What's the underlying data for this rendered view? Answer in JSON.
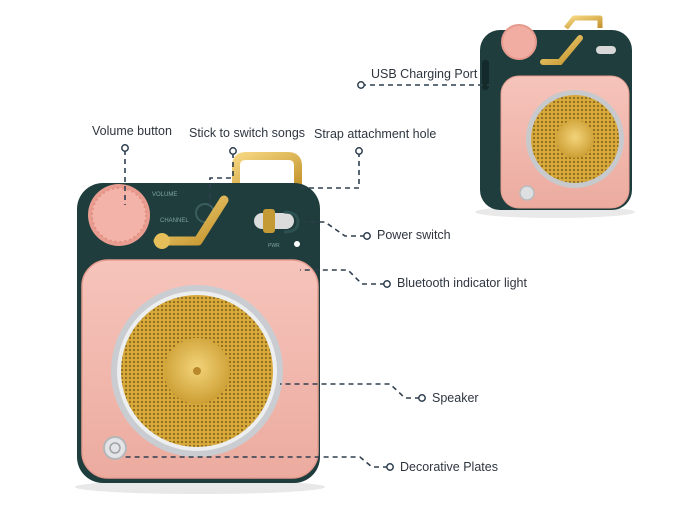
{
  "labels": {
    "usb": "USB Charging Port",
    "volume": "Volume button",
    "stick": "Stick to switch songs",
    "strap": "Strap attachment hole",
    "power": "Power switch",
    "bluetooth": "Bluetooth indicator light",
    "speaker": "Speaker",
    "plates": "Decorative Plates"
  },
  "device_markings": {
    "volume": "VOLUME",
    "channel": "CHANNEL",
    "power": "PWR"
  },
  "colors": {
    "body_dark": "#1f3d3d",
    "pink": "#f2b7ad",
    "gold": "#e0b546",
    "chrome": "#c9ccd0",
    "line": "#2f3f4f"
  },
  "icons": [
    "volume-knob-icon",
    "song-stick-icon",
    "strap-handle-icon",
    "power-switch-icon",
    "bluetooth-led-icon",
    "speaker-grille-icon",
    "decorative-plate-icon"
  ]
}
